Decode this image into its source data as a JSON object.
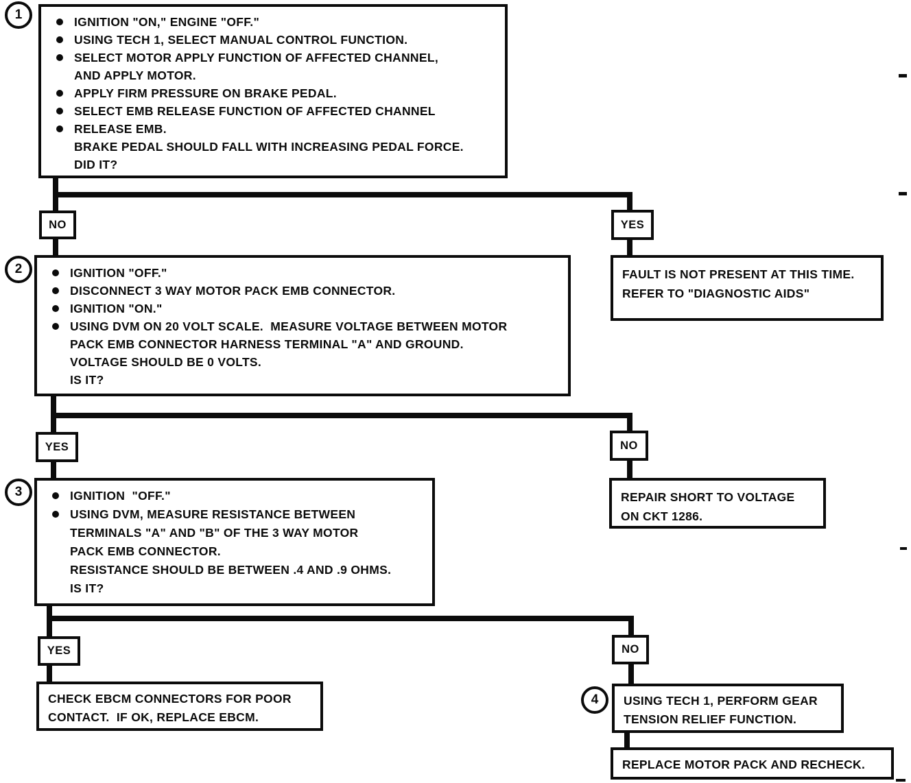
{
  "palette": {
    "ink": "#0b0b0b",
    "paper": "#ffffff"
  },
  "nodes": {
    "step1": {
      "number": "1",
      "lines": [
        {
          "b": true,
          "t": "IGNITION \"ON,\" ENGINE \"OFF.\""
        },
        {
          "b": true,
          "t": "USING TECH 1, SELECT MANUAL CONTROL FUNCTION."
        },
        {
          "b": true,
          "t": "SELECT MOTOR APPLY FUNCTION OF AFFECTED CHANNEL,"
        },
        {
          "b": false,
          "t": "AND APPLY MOTOR."
        },
        {
          "b": true,
          "t": "APPLY FIRM PRESSURE ON BRAKE PEDAL."
        },
        {
          "b": true,
          "t": "SELECT EMB RELEASE FUNCTION OF AFFECTED CHANNEL"
        },
        {
          "b": true,
          "t": "RELEASE EMB."
        },
        {
          "b": false,
          "t": "BRAKE PEDAL SHOULD FALL WITH INCREASING PEDAL FORCE."
        },
        {
          "b": false,
          "t": "DID IT?"
        }
      ]
    },
    "step2": {
      "number": "2",
      "lines": [
        {
          "b": true,
          "t": "IGNITION \"OFF.\""
        },
        {
          "b": true,
          "t": "DISCONNECT 3 WAY MOTOR PACK EMB CONNECTOR."
        },
        {
          "b": true,
          "t": "IGNITION \"ON.\""
        },
        {
          "b": true,
          "t": "USING DVM ON 20 VOLT SCALE.  MEASURE VOLTAGE BETWEEN MOTOR"
        },
        {
          "b": false,
          "t": "PACK EMB CONNECTOR HARNESS TERMINAL \"A\" AND GROUND."
        },
        {
          "b": false,
          "t": "VOLTAGE SHOULD BE 0 VOLTS."
        },
        {
          "b": false,
          "t": "IS IT?"
        }
      ]
    },
    "step3": {
      "number": "3",
      "lines": [
        {
          "b": true,
          "t": "IGNITION  \"OFF.\""
        },
        {
          "b": true,
          "t": "USING DVM, MEASURE RESISTANCE BETWEEN"
        },
        {
          "b": false,
          "t": "TERMINALS \"A\" AND \"B\" OF THE 3 WAY MOTOR"
        },
        {
          "b": false,
          "t": "PACK EMB CONNECTOR."
        },
        {
          "b": false,
          "t": "RESISTANCE SHOULD BE BETWEEN .4 AND .9 OHMS."
        },
        {
          "b": false,
          "t": "IS IT?"
        }
      ]
    },
    "fault_not_present": {
      "lines": [
        {
          "t": "FAULT IS NOT PRESENT AT THIS TIME."
        },
        {
          "t": "REFER TO \"DIAGNOSTIC AIDS\""
        }
      ]
    },
    "repair_short": {
      "lines": [
        {
          "t": "REPAIR SHORT TO VOLTAGE"
        },
        {
          "t": "ON CKT 1286."
        }
      ]
    },
    "check_ebcm": {
      "lines": [
        {
          "t": "CHECK EBCM CONNECTORS FOR POOR"
        },
        {
          "t": "CONTACT.  IF OK, REPLACE EBCM."
        }
      ]
    },
    "step4": {
      "number": "4",
      "lines": [
        {
          "t": "USING TECH 1, PERFORM GEAR"
        },
        {
          "t": "TENSION RELIEF FUNCTION."
        }
      ]
    },
    "replace_motor_pack": {
      "lines": [
        {
          "t": "REPLACE MOTOR PACK AND RECHECK."
        }
      ]
    }
  },
  "branches": {
    "b1": {
      "left": "NO",
      "right": "YES"
    },
    "b2": {
      "left": "YES",
      "right": "NO"
    },
    "b3": {
      "left": "YES",
      "right": "NO"
    }
  }
}
